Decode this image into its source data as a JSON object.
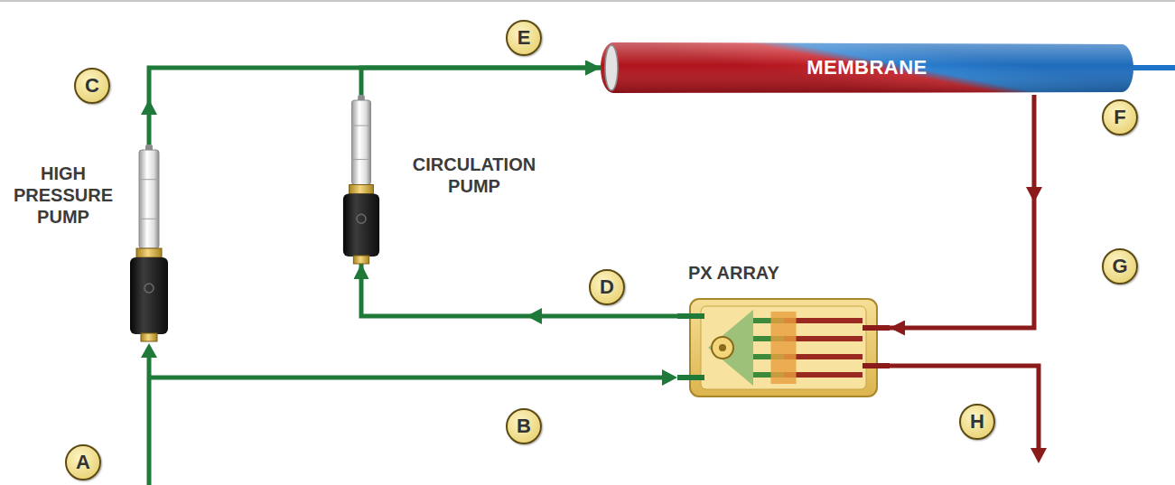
{
  "diagram": {
    "nodes": [
      {
        "text": [
          "HIGH PRESSURE PUMP"
        ]
      },
      {
        "text": [
          "CIRCULATION PUMP"
        ]
      },
      {
        "text": [
          "MEMBRANE"
        ]
      },
      {
        "text": [
          "PX ARRAY"
        ]
      }
    ],
    "edges": [
      {
        "from": 0,
        "to": 2,
        "arrow": "to"
      },
      {
        "from": 1,
        "to": 2,
        "arrow": "to"
      },
      {
        "from": 3,
        "to": 1,
        "arrow": "to"
      },
      {
        "from": 2,
        "to": 3,
        "arrow": "to"
      }
    ],
    "labels": [
      "A",
      "B",
      "C",
      "D",
      "E",
      "F",
      "G",
      "H"
    ]
  }
}
